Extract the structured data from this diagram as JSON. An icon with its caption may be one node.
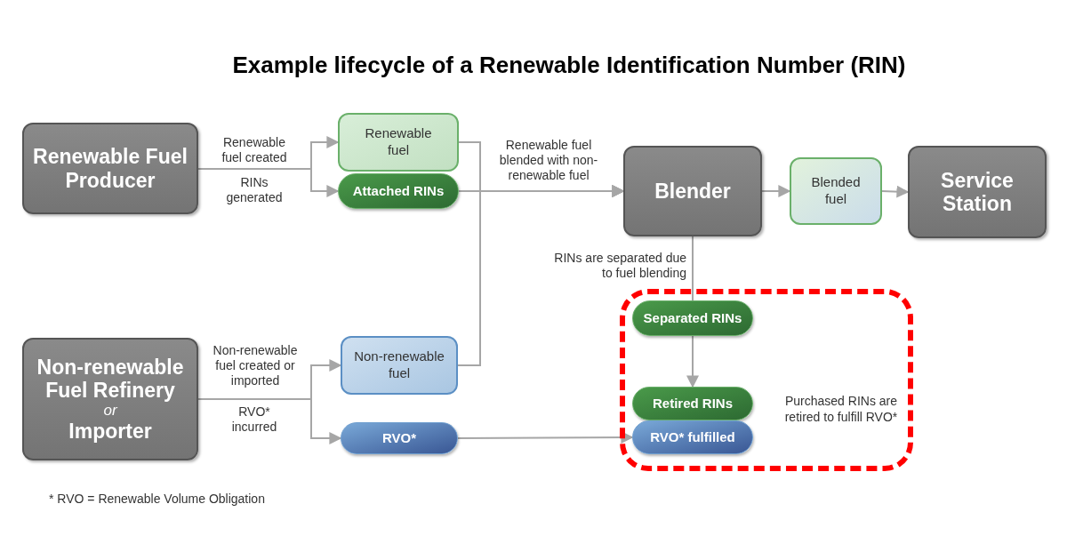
{
  "diagram": {
    "title": "Example lifecycle of a Renewable Identification Number (RIN)",
    "nodes": [
      {
        "text": [
          "Renewable Fuel Producer"
        ]
      },
      {
        "text": [
          "Renewable fuel"
        ]
      },
      {
        "text": [
          "Attached RINs"
        ]
      },
      {
        "text": [
          "Blender"
        ]
      },
      {
        "text": [
          "Blended fuel"
        ]
      },
      {
        "text": [
          "Service Station"
        ]
      },
      {
        "text": [
          "Non-renewable Fuel Refinery *or* Importer"
        ]
      },
      {
        "text": [
          "Non-renewable fuel"
        ]
      },
      {
        "text": [
          "RVO*"
        ]
      },
      {
        "text": [
          "Purchased RINs are retired to fulfill RVO*"
        ]
      },
      {
        "text": [
          "Separated RINs"
        ],
        "in": 9
      },
      {
        "text": [
          "Retired RINs"
        ],
        "in": 9
      },
      {
        "text": [
          "RVO* fulfilled"
        ],
        "in": 9
      }
    ],
    "edges": [
      {
        "from": 0,
        "to": 1,
        "arrow": "to",
        "label": "Renewable fuel created"
      },
      {
        "from": 0,
        "to": 2,
        "arrow": "to",
        "label": "RINs generated"
      },
      {
        "from": 1,
        "to": 3,
        "arrow": "to",
        "label": "Renewable fuel blended with non-renewable fuel"
      },
      {
        "from": 2,
        "to": 3,
        "arrow": "to"
      },
      {
        "from": 7,
        "to": 3,
        "arrow": "to"
      },
      {
        "from": 3,
        "to": 4,
        "arrow": "to"
      },
      {
        "from": 4,
        "to": 5,
        "arrow": "to"
      },
      {
        "from": 3,
        "to": 10,
        "arrow": "none",
        "label": "RINs are separated due to fuel blending"
      },
      {
        "from": 10,
        "to": 11,
        "arrow": "to"
      },
      {
        "from": 6,
        "to": 7,
        "arrow": "to",
        "label": "Non-renewable fuel created or imported"
      },
      {
        "from": 6,
        "to": 8,
        "arrow": "to",
        "label": "RVO* incurred"
      },
      {
        "from": 8,
        "to": 12,
        "arrow": "to"
      }
    ],
    "labels": [
      "* RVO = Renewable Volume Obligation"
    ]
  }
}
